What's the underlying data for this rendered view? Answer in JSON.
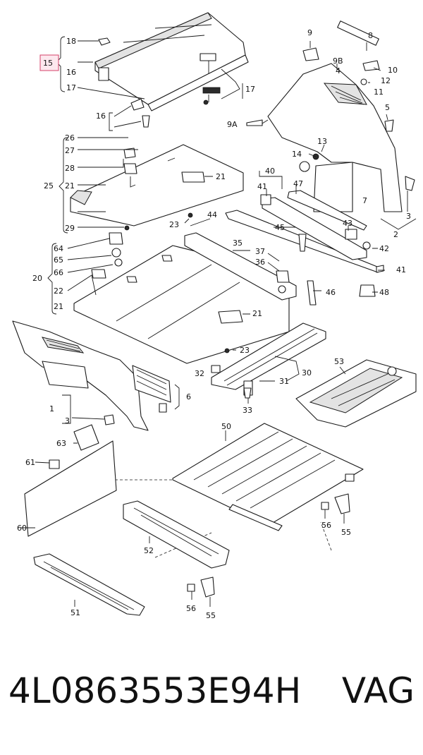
{
  "diagram": {
    "labels": {
      "l1": "1",
      "l2": "2",
      "l3": "3",
      "l3b": "3",
      "l4": "4",
      "l5": "5",
      "l6": "6",
      "l7": "7",
      "l8": "8",
      "l9": "9",
      "l9a": "9A",
      "l9b": "9B",
      "l10": "10",
      "l11": "11",
      "l12": "12",
      "l13": "13",
      "l14": "14",
      "l15": "15",
      "l16a": "16",
      "l16b": "16",
      "l17a": "17",
      "l17b": "17",
      "l18": "18",
      "l20": "20",
      "l21a": "21",
      "l21b": "21",
      "l21c": "21",
      "l21d": "21",
      "l22": "22",
      "l23a": "23",
      "l23b": "23",
      "l25": "25",
      "l26": "26",
      "l27": "27",
      "l28": "28",
      "l29": "29",
      "l30": "30",
      "l31": "31",
      "l32": "32",
      "l33": "33",
      "l35": "35",
      "l36": "36",
      "l37": "37",
      "l40": "40",
      "l41a": "41",
      "l41b": "41",
      "l42": "42",
      "l43": "43",
      "l44": "44",
      "l45": "45",
      "l46": "46",
      "l47": "47",
      "l48": "48",
      "l50": "50",
      "l51": "51",
      "l52": "52",
      "l53": "53",
      "l55a": "55",
      "l55b": "55",
      "l56a": "56",
      "l56b": "56",
      "l60": "60",
      "l61": "61",
      "l63": "63",
      "l64": "64",
      "l65": "65",
      "l66": "66"
    }
  },
  "footer": {
    "part_number": "4L0863553E94H",
    "brand": "VAG"
  }
}
